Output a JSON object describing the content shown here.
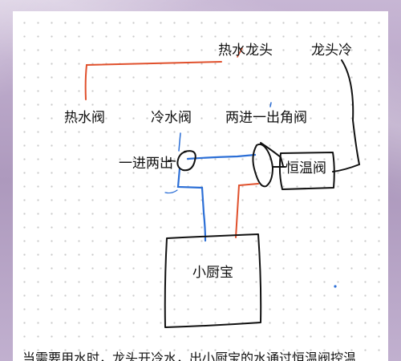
{
  "labels": {
    "hot_faucet": "热水龙头",
    "faucet_cold": "龙头冷",
    "hot_valve": "热水阀",
    "cold_valve": "冷水阀",
    "two_in_one_out": "两进一出角阀",
    "one_in_two_out": "一进两出",
    "thermo_valve": "恒温阀",
    "water_heater": "小厨宝"
  },
  "caption": "当需要用水时，龙头开冷水，出小厨宝的水通过恒温阀控温",
  "colors": {
    "hot_line": "#e0502c",
    "cold_line": "#2c6fd6",
    "pen": "#111111"
  }
}
